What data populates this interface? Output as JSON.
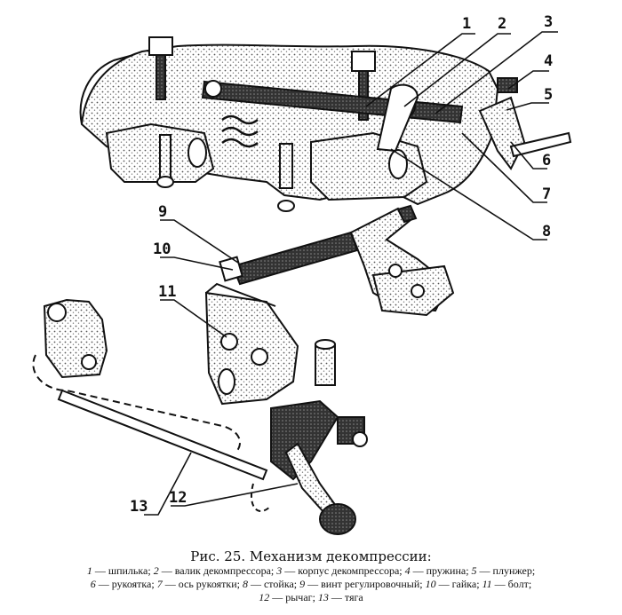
{
  "figure": {
    "caption": "Рис. 25. Механизм декомпрессии:",
    "callouts": [
      "1",
      "2",
      "3",
      "4",
      "5",
      "6",
      "7",
      "8",
      "9",
      "10",
      "11",
      "12",
      "13"
    ],
    "legend": [
      {
        "num": "1",
        "text": "шпилька;"
      },
      {
        "num": "2",
        "text": "валик декомпрессора;"
      },
      {
        "num": "3",
        "text": "корпус декомпрессора;"
      },
      {
        "num": "4",
        "text": "пружина;"
      },
      {
        "num": "5",
        "text": "плунжер;"
      },
      {
        "num": "6",
        "text": "рукоятка;"
      },
      {
        "num": "7",
        "text": "ось рукоятки;"
      },
      {
        "num": "8",
        "text": "стойка;"
      },
      {
        "num": "9",
        "text": "винт регулировочный;"
      },
      {
        "num": "10",
        "text": "гайка;"
      },
      {
        "num": "11",
        "text": "болт;"
      },
      {
        "num": "12",
        "text": "рычаг;"
      },
      {
        "num": "13",
        "text": "тяга"
      }
    ]
  }
}
